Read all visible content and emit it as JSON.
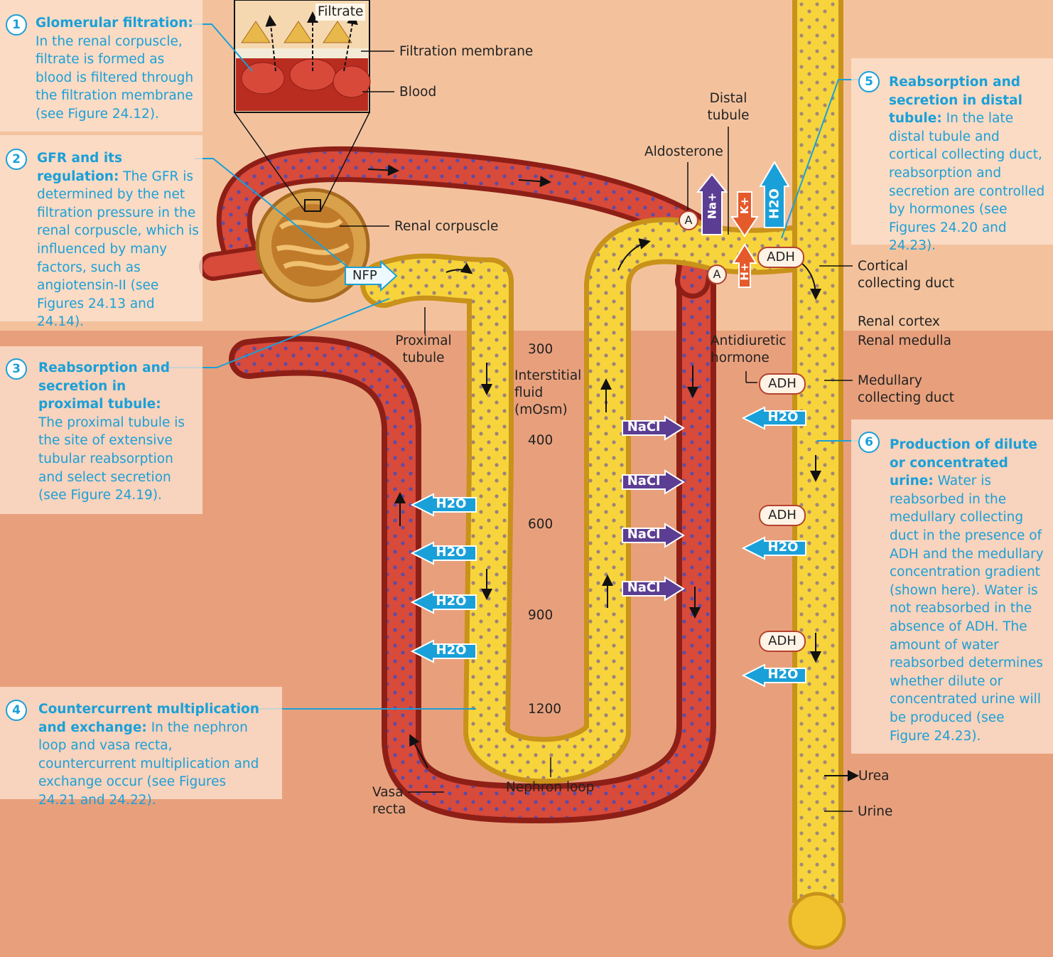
{
  "panels": {
    "p1": {
      "num": "1",
      "title": "Glomerular filtration:",
      "text": "In the renal corpuscle, filtrate is formed as blood is filtered through the filtration membrane (see Figure 24.12)."
    },
    "p2": {
      "num": "2",
      "title": "GFR and its regulation:",
      "text": "The GFR is determined by the net filtration pressure in the renal corpuscle, which is influenced by many factors, such as angiotensin-II (see Figures 24.13 and 24.14)."
    },
    "p3": {
      "num": "3",
      "title": "Reabsorption and secretion in proximal tubule:",
      "text": "The proximal tubule is the site of extensive tubular reabsorption and select secretion (see Figure 24.19)."
    },
    "p4": {
      "num": "4",
      "title": "Countercurrent multiplication and exchange:",
      "text": "In the nephron loop and vasa recta, countercurrent multiplication and exchange occur (see Figures 24.21 and 24.22)."
    },
    "p5": {
      "num": "5",
      "title": "Reabsorption and secretion in distal tubule:",
      "text": "In the late distal tubule and cortical collecting duct, reabsorption and secretion are controlled by hormones (see Figures 24.20 and 24.23)."
    },
    "p6": {
      "num": "6",
      "title": "Production of dilute or concentrated urine:",
      "text": "Water is reabsorbed in the medullary collecting duct in the presence of ADH and the medullary concentration gradient (shown here). Water is not reabsorbed in the absence of ADH. The amount of water reabsorbed determines whether dilute or concentrated urine will be produced (see Figure 24.23)."
    }
  },
  "labels": {
    "filtrate": "Filtrate",
    "filtration_membrane": "Filtration membrane",
    "blood": "Blood",
    "renal_corpuscle": "Renal corpuscle",
    "nfp": "NFP",
    "proximal_tubule": "Proximal tubule",
    "distal_tubule": "Distal tubule",
    "aldosterone": "Aldosterone",
    "cortical_collecting_duct": "Cortical collecting duct",
    "renal_cortex": "Renal cortex",
    "renal_medulla": "Renal medulla",
    "antidiuretic_hormone": "Antidiuretic hormone",
    "medullary_collecting_duct": "Medullary collecting duct",
    "interstitial_fluid": "Interstitial fluid (mOsm)",
    "nephron_loop": "Nephron loop",
    "vasa_recta": "Vasa recta",
    "urea": "Urea",
    "urine": "Urine",
    "adh": "ADH",
    "a": "A",
    "nacl": "NaCl",
    "h2o": "H2O",
    "na": "Na+",
    "k": "K+",
    "h": "H+"
  },
  "osmolarity_scale": [
    "300",
    "400",
    "600",
    "900",
    "1200"
  ],
  "colors": {
    "accent": "#1aa0d8",
    "vessel": "#c6392a",
    "tubule": "#f2c12e",
    "nacl": "#5b3e93",
    "h2o": "#1aa0d8",
    "ion": "#e55a2b"
  }
}
